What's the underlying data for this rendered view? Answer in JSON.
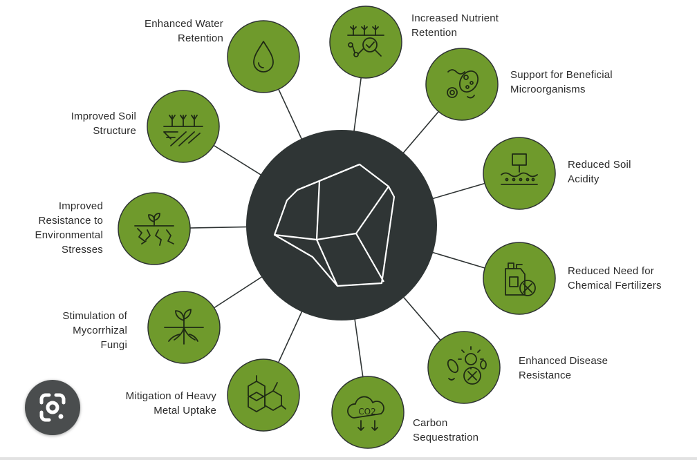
{
  "colors": {
    "node_fill": "#6f9a2c",
    "node_stroke": "#2e3333",
    "hub_fill": "#2f3535",
    "connector": "#2e3333",
    "icon_stroke": "#1f2a14"
  },
  "hub": {
    "icon": "rock-icon"
  },
  "benefits": [
    {
      "id": "water",
      "label": "Enhanced Water\nRetention",
      "icon": "water-drop-icon"
    },
    {
      "id": "nutrient",
      "label": "Increased Nutrient\nRetention",
      "icon": "nutrient-magnifier-icon"
    },
    {
      "id": "micro",
      "label": "Support for Beneficial\nMicroorganisms",
      "icon": "microorganism-icon"
    },
    {
      "id": "acidity",
      "label": "Reduced Soil\nAcidity",
      "icon": "ph-sign-icon"
    },
    {
      "id": "fertilizer",
      "label": "Reduced Need for\nChemical Fertilizers",
      "icon": "fertilizer-canister-icon"
    },
    {
      "id": "disease",
      "label": "Enhanced Disease\nResistance",
      "icon": "disease-resistance-icon"
    },
    {
      "id": "carbon",
      "label": "Carbon\nSequestration",
      "icon": "co2-icon",
      "icon_text": "CO2"
    },
    {
      "id": "heavymetal",
      "label": "Mitigation of Heavy\nMetal Uptake",
      "icon": "molecule-icon"
    },
    {
      "id": "mycorrhizal",
      "label": "Stimulation of\nMycorrhizal\nFungi",
      "icon": "root-sprout-icon"
    },
    {
      "id": "stress",
      "label": "Improved\nResistance to\nEnvironmental\nStresses",
      "icon": "cracked-soil-sprout-icon"
    },
    {
      "id": "structure",
      "label": "Improved Soil\nStructure",
      "icon": "soil-structure-icon"
    }
  ],
  "overlay": {
    "icon": "lens-search-icon"
  }
}
